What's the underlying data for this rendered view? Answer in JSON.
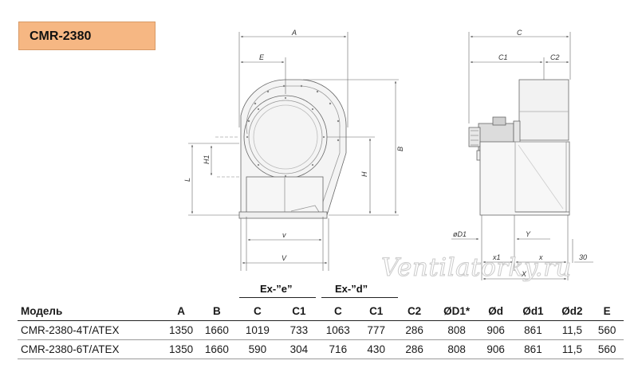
{
  "title": "CMR-2380",
  "watermark": "Ventilatorky.ru",
  "drawing_labels": {
    "A": "A",
    "E": "E",
    "B": "B",
    "H": "H",
    "H1": "H1",
    "L": "L",
    "v": "v",
    "V": "V",
    "C": "C",
    "C1": "C1",
    "C2": "C2",
    "od1": "øD1",
    "Y": "Y",
    "x1": "x1",
    "x": "x",
    "X": "X",
    "thirty": "30"
  },
  "table": {
    "group_e": "Ex-”e”",
    "group_d": "Ex-”d”",
    "headers": [
      "Модель",
      "A",
      "B",
      "C",
      "C1",
      "C",
      "C1",
      "C2",
      "ØD1*",
      "Ød",
      "Ød1",
      "Ød2",
      "E"
    ],
    "rows": [
      [
        "CMR-2380-4T/ATEX",
        "1350",
        "1660",
        "1019",
        "733",
        "1063",
        "777",
        "286",
        "808",
        "906",
        "861",
        "11,5",
        "560"
      ],
      [
        "CMR-2380-6T/ATEX",
        "1350",
        "1660",
        "590",
        "304",
        "716",
        "430",
        "286",
        "808",
        "906",
        "861",
        "11,5",
        "560"
      ]
    ]
  }
}
